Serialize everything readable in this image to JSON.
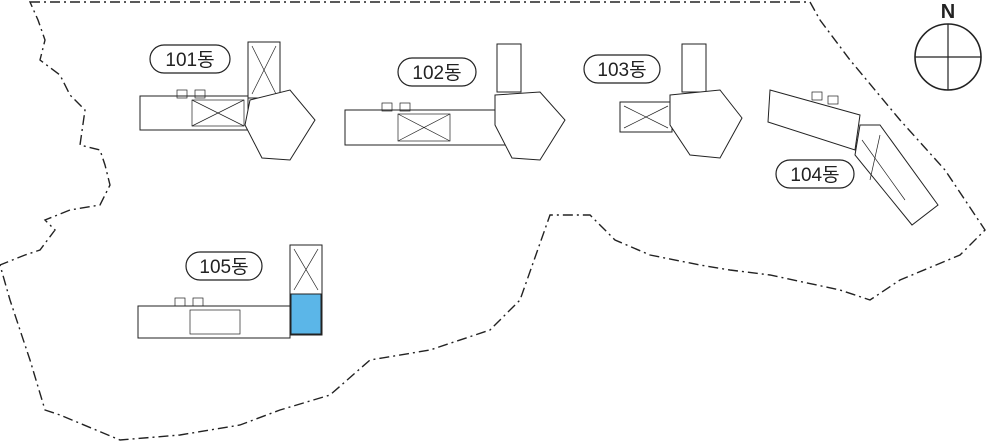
{
  "compass": {
    "label": "N"
  },
  "buildings": [
    {
      "id": "101",
      "label": "101동"
    },
    {
      "id": "102",
      "label": "102동"
    },
    {
      "id": "103",
      "label": "103동"
    },
    {
      "id": "104",
      "label": "104동"
    },
    {
      "id": "105",
      "label": "105동"
    }
  ],
  "colors": {
    "highlight": "#5bb6e8",
    "line": "#222222"
  }
}
